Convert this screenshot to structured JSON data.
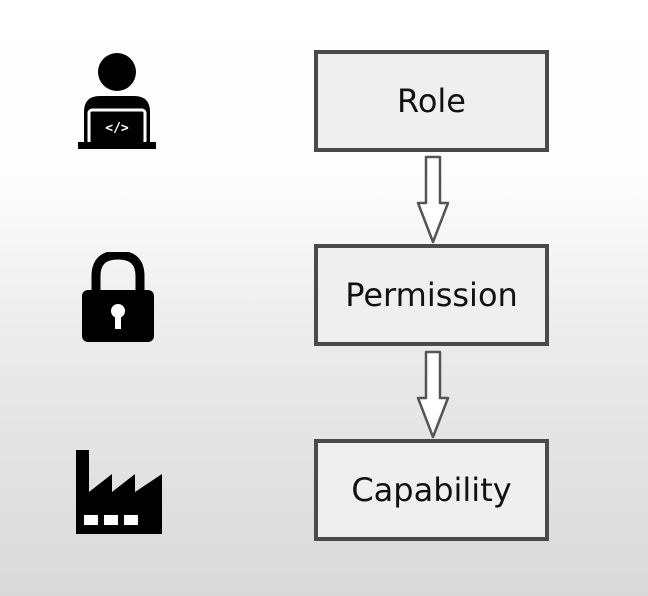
{
  "icons": [
    {
      "name": "developer-laptop-icon",
      "glyph": "</>"
    },
    {
      "name": "padlock-icon"
    },
    {
      "name": "factory-icon"
    }
  ],
  "boxes": [
    {
      "label": "Role"
    },
    {
      "label": "Permission"
    },
    {
      "label": "Capability"
    }
  ],
  "colors": {
    "icon": "#000000",
    "border": "#4a4a4a",
    "box_fill": "#efefef",
    "arrow_fill": "#ffffff"
  }
}
